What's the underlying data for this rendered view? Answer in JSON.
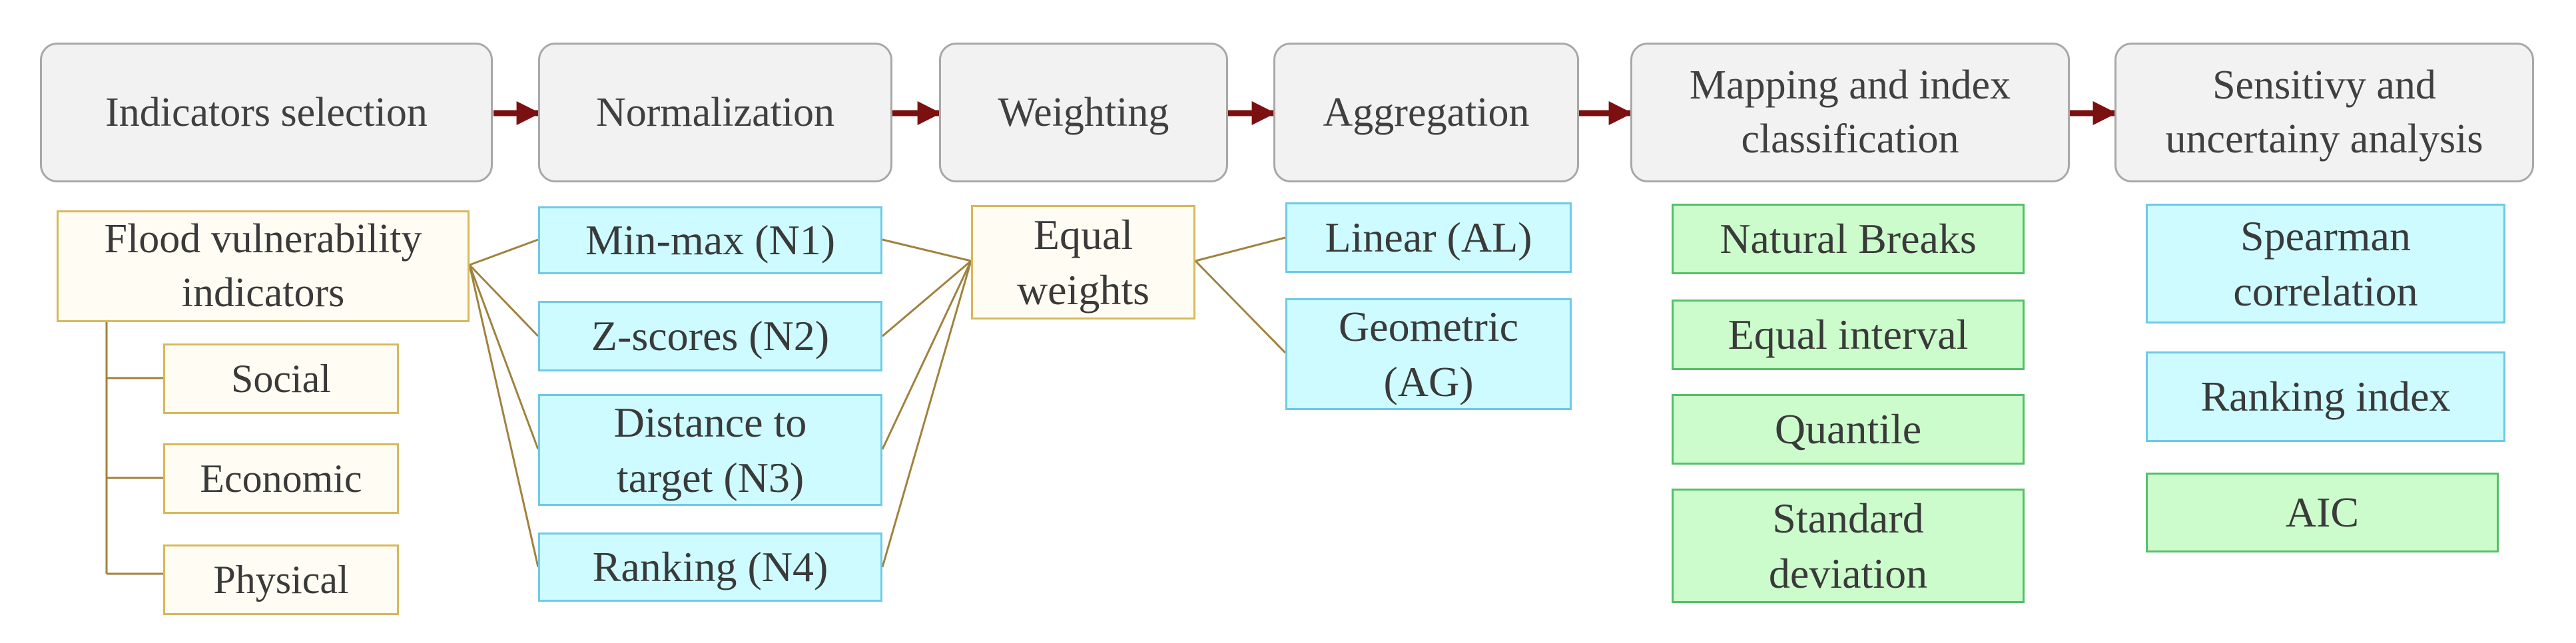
{
  "colors": {
    "arrow": "#7a1010",
    "connector": "#a0823c",
    "stage_fill": "#f2f2f2",
    "indicator_fill": "#fffdf3",
    "method_cyan": "#cdfbff",
    "method_green": "#ccfccc"
  },
  "stages": [
    {
      "label": "Indicators selection"
    },
    {
      "label": "Normalization"
    },
    {
      "label": "Weighting"
    },
    {
      "label": "Aggregation"
    },
    {
      "label": "Mapping and index\nclassification"
    },
    {
      "label": "Sensitivy and\nuncertainy analysis"
    }
  ],
  "indicators": {
    "main": "Flood vulnerability\nindicators",
    "sub": [
      "Social",
      "Economic",
      "Physical"
    ]
  },
  "normalization": [
    "Min-max (N1)",
    "Z-scores (N2)",
    "Distance to\ntarget (N3)",
    "Ranking (N4)"
  ],
  "weighting": [
    "Equal\nweights"
  ],
  "aggregation": [
    "Linear (AL)",
    "Geometric\n(AG)"
  ],
  "classification": [
    "Natural Breaks",
    "Equal interval",
    "Quantile",
    "Standard\ndeviation"
  ],
  "sensitivity": [
    "Spearman\ncorrelation",
    "Ranking index",
    "AIC"
  ]
}
